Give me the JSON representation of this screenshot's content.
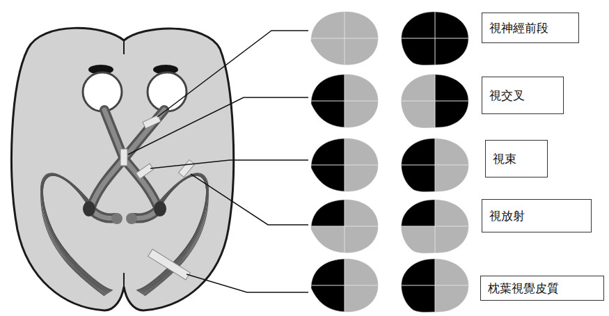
{
  "diagram": {
    "nodes": [
      {
        "text": [
          "視神經前段"
        ]
      },
      {
        "text": [
          "視交叉"
        ]
      },
      {
        "text": [
          "視束"
        ]
      },
      {
        "text": [
          "視放射"
        ]
      },
      {
        "text": [
          "枕葉視覺皮質"
        ]
      }
    ]
  }
}
